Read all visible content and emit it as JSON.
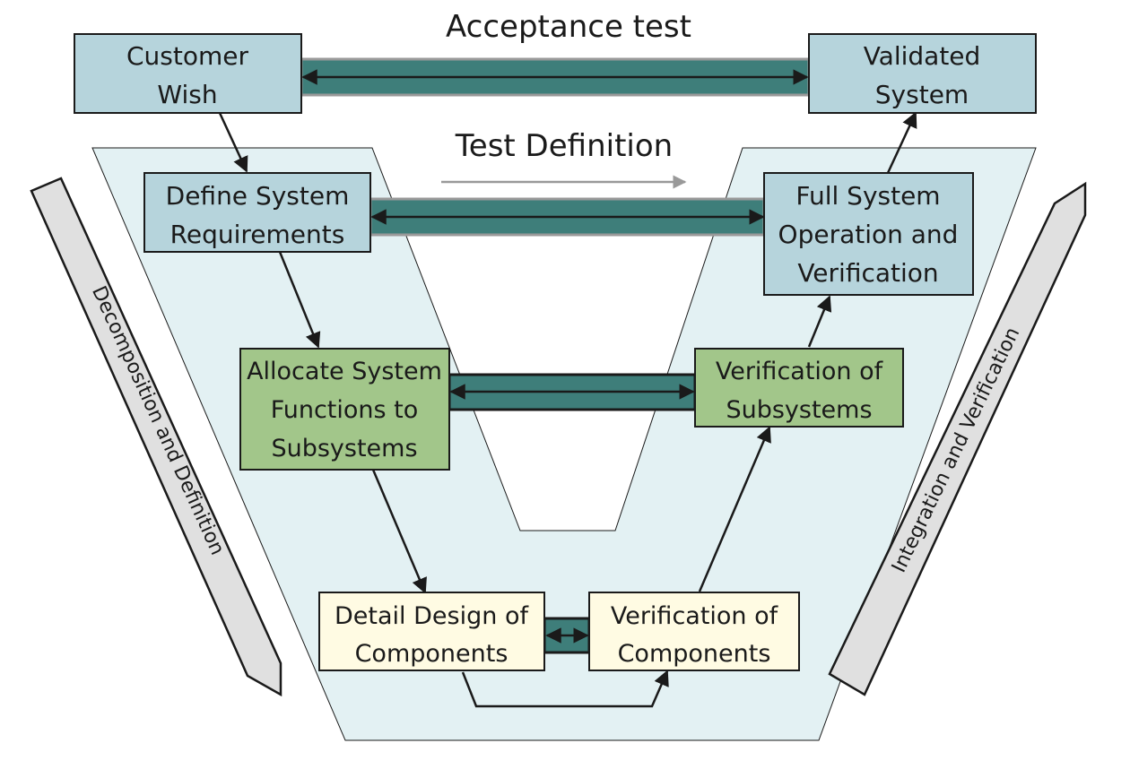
{
  "diagram": {
    "type": "V-model",
    "top_labels": {
      "acceptance_test": "Acceptance test",
      "test_definition": "Test Definition"
    },
    "side_labels": {
      "left": "Decomposition and Definition",
      "right": "Integration and Verification"
    },
    "boxes": {
      "customer_wish": {
        "lines": [
          "Customer",
          "Wish"
        ]
      },
      "validated_system": {
        "lines": [
          "Validated",
          "System"
        ]
      },
      "define_requirements": {
        "lines": [
          "Define System",
          "Requirements"
        ]
      },
      "full_system": {
        "lines": [
          "Full System",
          "Operation and",
          "Verification"
        ]
      },
      "allocate_functions": {
        "lines": [
          "Allocate System",
          "Functions to",
          "Subsystems"
        ]
      },
      "verification_subsystems": {
        "lines": [
          "Verification of",
          "Subsystems"
        ]
      },
      "detail_design": {
        "lines": [
          "Detail Design of",
          "Components"
        ]
      },
      "verification_components": {
        "lines": [
          "Verification of",
          "Components"
        ]
      }
    },
    "colors": {
      "blue_box": "#b6d4dc",
      "green_box": "#a2c68a",
      "yellow_box": "#fffbe3",
      "connector": "#3e7e7a",
      "v_band": "#e3f1f3",
      "side_arrow": "#e0e0e0"
    }
  }
}
